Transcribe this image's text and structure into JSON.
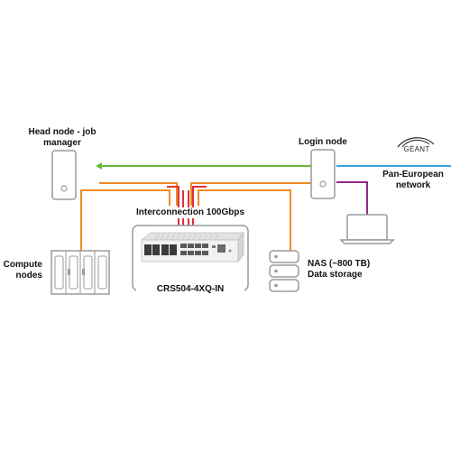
{
  "nodes": {
    "head_node": {
      "label_line1": "Head node - job",
      "label_line2": "manager"
    },
    "login_node": {
      "label": "Login node"
    },
    "compute_nodes": {
      "label_line1": "Compute",
      "label_line2": "nodes"
    },
    "nas": {
      "label_line1": "NAS (~800 TB)",
      "label_line2": "Data storage"
    },
    "switch": {
      "label": "CRS504-4XQ-IN"
    },
    "interconnect": {
      "label": "Interconnection 100Gbps"
    },
    "external": {
      "logo_text": "GÉANT",
      "label_line1": "Pan-European",
      "label_line2": "network"
    }
  },
  "colors": {
    "green": "#6aba3a",
    "orange": "#f08a24",
    "red": "#e0303a",
    "blue": "#3aa4dc",
    "purple": "#8a2a8a",
    "device_outline": "#9a9a9a"
  },
  "icons": [
    "server-tower-icon",
    "laptop-icon",
    "storage-stack-icon",
    "rack-cabinet-icon",
    "network-switch-icon",
    "geant-logo-icon"
  ]
}
